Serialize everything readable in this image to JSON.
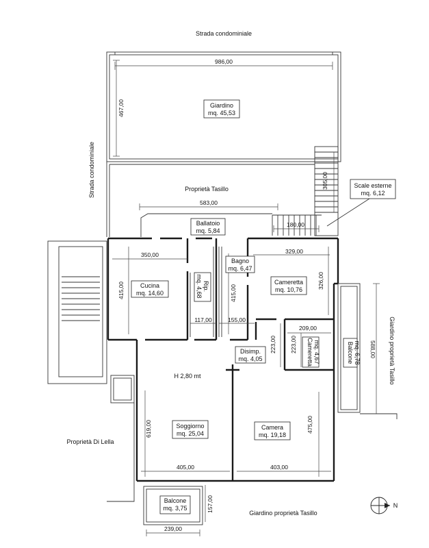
{
  "street_top": "Strada condominiale",
  "street_left": "Strada condominiale",
  "giardino": {
    "name": "Giardino",
    "area": "mq. 45,53"
  },
  "proprieta_tasillo": "Proprietà Tasillo",
  "scale_esterne": {
    "name": "Scale esterne",
    "area": "mq. 6,12"
  },
  "ballatoio": {
    "name": "Ballatoio",
    "area": "mq. 5,84"
  },
  "cucina": {
    "name": "Cucina",
    "area": "mq. 14,60"
  },
  "rip": {
    "name": "Rip.",
    "area": "mq. 4,68"
  },
  "bagno": {
    "name": "Bagno",
    "area": "mq. 6,47"
  },
  "cameretta1": {
    "name": "Cameretta",
    "area": "mq. 10,76"
  },
  "cameretta2": {
    "name": "Cameretta",
    "area": "mq. 4,67"
  },
  "balcone_right": {
    "name": "Balcone",
    "area": "mq. 6,78"
  },
  "disimp": {
    "name": "Disimp.",
    "area": "mq. 4,05"
  },
  "height": "H 2,80 mt",
  "soggiorno": {
    "name": "Soggiorno",
    "area": "mq. 25,04"
  },
  "camera": {
    "name": "Camera",
    "area": "mq. 19,18"
  },
  "balcone_bottom": {
    "name": "Balcone",
    "area": "mq. 3,75"
  },
  "proprieta_di_lella": "Proprietà Di Lella",
  "giardino_tasillo_right": "Giardino proprietà Tasillo",
  "giardino_tasillo_bottom": "Giardino proprietà Tasillo",
  "north": "N",
  "dims": {
    "d986": "986,00",
    "d467": "467,00",
    "d305": "305,00",
    "d583": "583,00",
    "d180": "180,00",
    "d350": "350,00",
    "d329": "329,00",
    "d415a": "415,00",
    "d415b": "415,00",
    "d326": "326,00",
    "d117": "117,00",
    "d155": "155,00",
    "d209": "209,00",
    "d223a": "223,00",
    "d223b": "223,00",
    "d588": "588,00",
    "d619": "619,00",
    "d475": "475,00",
    "d405": "405,00",
    "d403": "403,00",
    "d157": "157,00",
    "d239": "239,00"
  }
}
